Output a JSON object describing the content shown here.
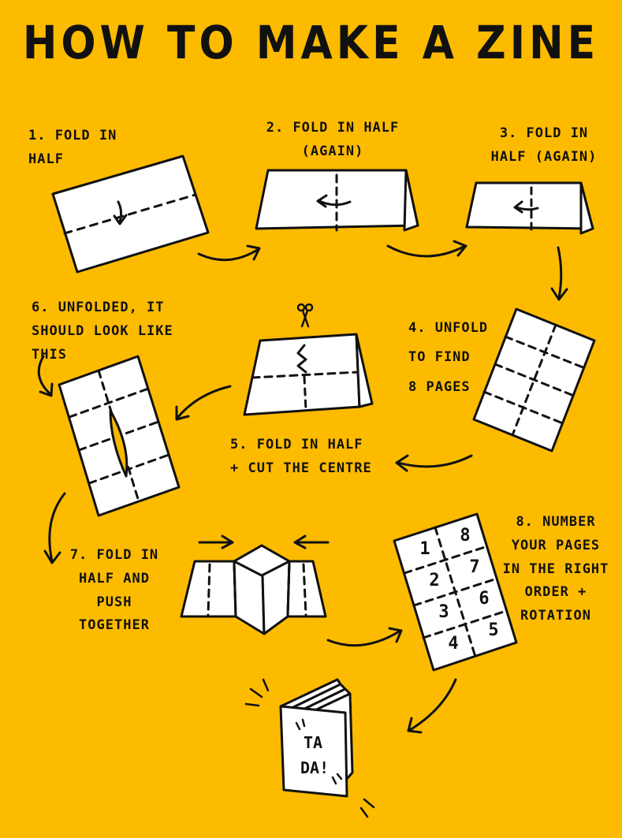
{
  "title": "HOW TO MAKE A ZINE",
  "steps": [
    {
      "label": "1. FOLD IN\nHALF"
    },
    {
      "label": "2. FOLD IN HALF\n(AGAIN)"
    },
    {
      "label": "3. FOLD IN\nHALF (AGAIN)"
    },
    {
      "label": "4. UNFOLD\nTO FIND\n8 PAGES"
    },
    {
      "label": "5. FOLD IN HALF\n+ CUT THE CENTRE"
    },
    {
      "label": "6. UNFOLDED, IT\nSHOULD LOOK LIKE\nTHIS"
    },
    {
      "label": "7. FOLD IN\nHALF AND\nPUSH\nTOGETHER"
    },
    {
      "label": "8. NUMBER\nYOUR PAGES\nIN THE RIGHT\nORDER +\nROTATION"
    }
  ],
  "numbered_sheet": {
    "pages": [
      "1",
      "8",
      "2",
      "7",
      "3",
      "6",
      "4",
      "5"
    ]
  },
  "booklet": {
    "line1": "TA",
    "line2": "DA!"
  },
  "colors": {
    "background": "#FDBB00",
    "paper": "#FFFFFF",
    "ink": "#111111"
  }
}
